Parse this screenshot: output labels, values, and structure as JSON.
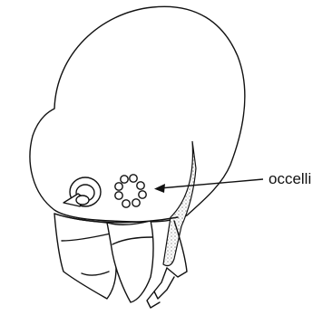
{
  "figure": {
    "label": "occelli",
    "colors": {
      "ink": "#111111",
      "stipple": "#8a8a8a",
      "background": "#ffffff"
    },
    "parts": [
      "head-capsule",
      "antenna-socket",
      "ocelli-cluster",
      "mandible-left",
      "mandible-right",
      "stippled-cheek",
      "arrow"
    ]
  }
}
